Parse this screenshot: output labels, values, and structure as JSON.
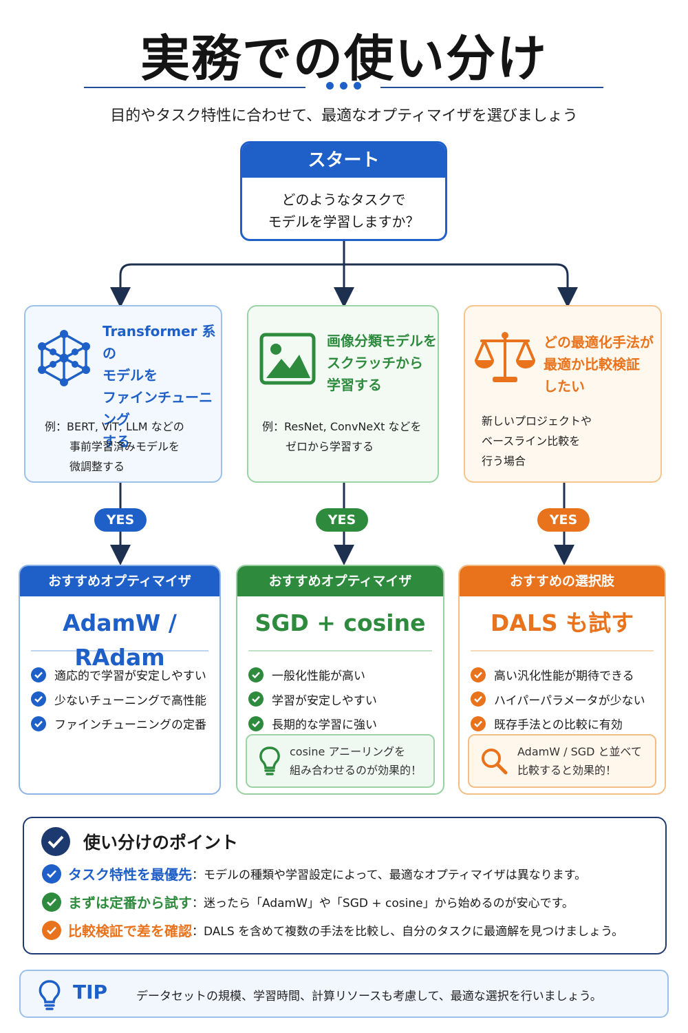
{
  "header": {
    "title": "実務での使い分け",
    "subtitle": "目的やタスク特性に合わせて、最適なオプティマイザを選びましょう"
  },
  "start": {
    "label": "スタート",
    "question_line1": "どのようなタスクで",
    "question_line2": "モデルを学習しますか？"
  },
  "branches": [
    {
      "icon": "network-graph-icon",
      "color": "#1f5fc8",
      "title_lines": [
        "Transformer 系の",
        "モデルを",
        "ファインチューニング",
        "する"
      ],
      "desc_lines": [
        "例：BERT, ViT, LLM などの",
        "事前学習済みモデルを",
        "微調整する"
      ],
      "yes": "YES",
      "rec_header": "おすすめオプティマイザ",
      "rec_name": "AdamW / RAdam",
      "points": [
        "適応的で学習が安定しやすい",
        "少ないチューニングで高性能",
        "ファインチューニングの定番"
      ]
    },
    {
      "icon": "image-icon",
      "color": "#2e8b3e",
      "title_lines": [
        "画像分類モデルを",
        "スクラッチから",
        "学習する"
      ],
      "desc_lines": [
        "例：ResNet, ConvNeXt などを",
        "ゼロから学習する"
      ],
      "yes": "YES",
      "rec_header": "おすすめオプティマイザ",
      "rec_name": "SGD + cosine",
      "points": [
        "一般化性能が高い",
        "学習が安定しやすい",
        "長期的な学習に強い"
      ],
      "note_icon": "lightbulb-icon",
      "note_lines": [
        "cosine アニーリングを",
        "組み合わせるのが効果的！"
      ]
    },
    {
      "icon": "balance-scale-icon",
      "color": "#e8731c",
      "title_lines": [
        "どの最適化手法が",
        "最適か比較検証",
        "したい"
      ],
      "desc_lines": [
        "新しいプロジェクトや",
        "ベースライン比較を",
        "行う場合"
      ],
      "yes": "YES",
      "rec_header": "おすすめの選択肢",
      "rec_name": "DALS も試す",
      "points": [
        "高い汎化性能が期待できる",
        "ハイパーパラメータが少ない",
        "既存手法との比較に有効"
      ],
      "note_icon": "magnifier-icon",
      "note_lines": [
        "AdamW / SGD と並べて",
        "比較すると効果的！"
      ]
    }
  ],
  "summary": {
    "title": "使い分けのポイント",
    "rows": [
      {
        "lead": "タスク特性を最優先",
        "text": "：モデルの種類や学習設定によって、最適なオプティマイザは異なります。",
        "color": "#1f5fc8"
      },
      {
        "lead": "まずは定番から試す",
        "text": "：迷ったら「AdamW」や「SGD + cosine」から始めるのが安心です。",
        "color": "#2e8b3e"
      },
      {
        "lead": "比較検証で差を確認",
        "text": "：DALS を含めて複数の手法を比較し、自分のタスクに最適解を見つけましょう。",
        "color": "#e8731c"
      }
    ]
  },
  "tip": {
    "label": "TIP",
    "text": "データセットの規模、学習時間、計算リソースも考慮して、最適な選択を行いましょう。"
  },
  "colors": {
    "blue": "#1f5fc8",
    "green": "#2e8b3e",
    "orange": "#e8731c",
    "navy": "#1d3a70"
  }
}
